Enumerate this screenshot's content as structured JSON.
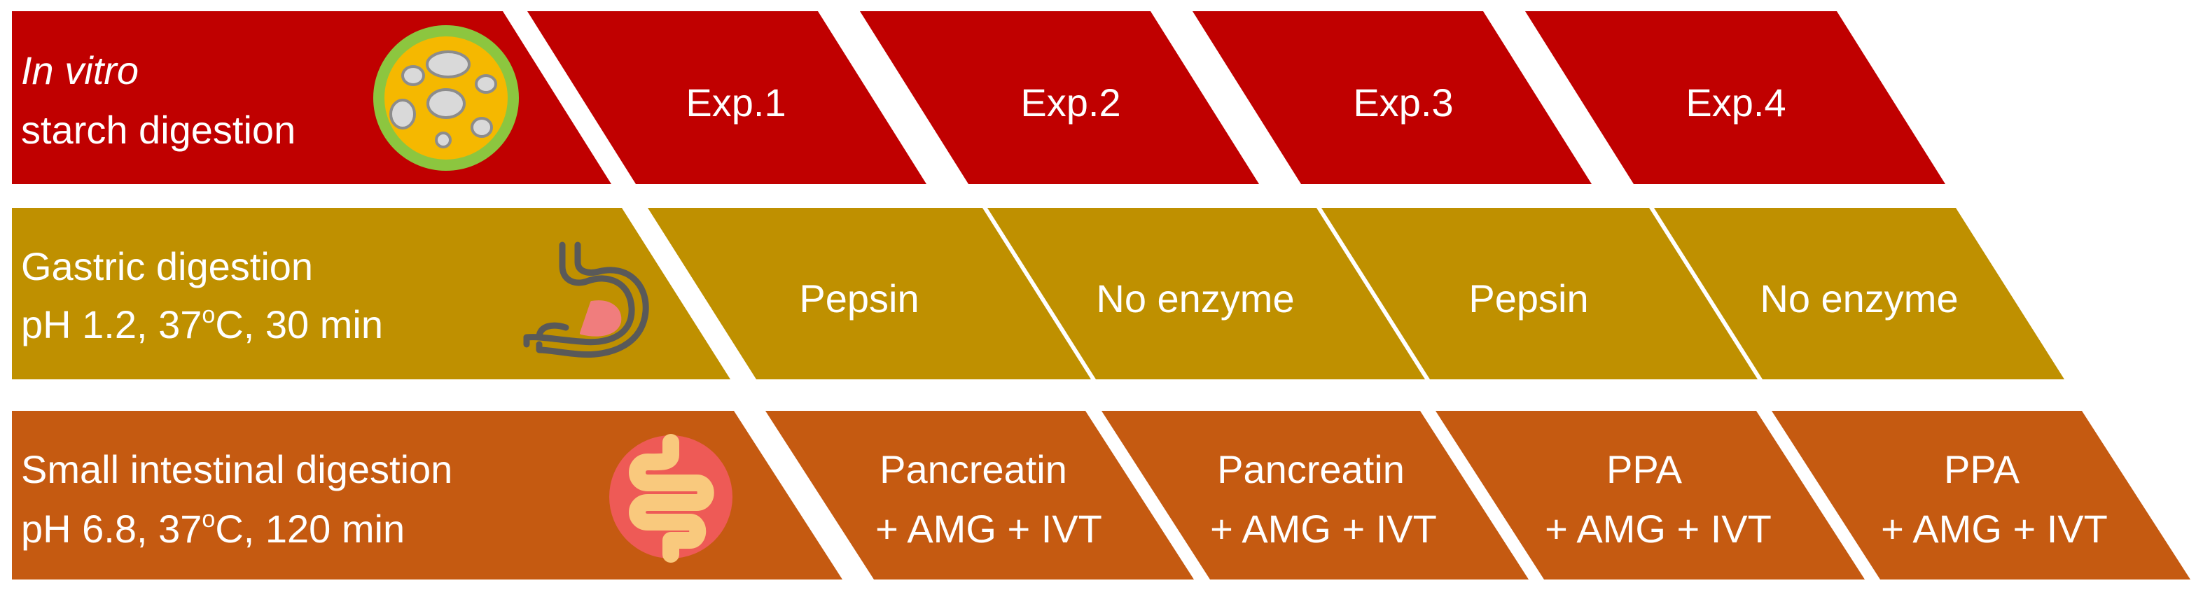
{
  "colors": {
    "row1": "#c00000",
    "row2": "#bf9000",
    "row3": "#c55a11",
    "text": "#ffffff",
    "background": "#ffffff"
  },
  "rows": [
    {
      "header_line1": "In vitro",
      "header_line2": "starch digestion",
      "icon": "starch-granule-icon",
      "cells": [
        {
          "line1": "Exp.1",
          "line2": ""
        },
        {
          "line1": "Exp.2",
          "line2": ""
        },
        {
          "line1": "Exp.3",
          "line2": ""
        },
        {
          "line1": "Exp.4",
          "line2": ""
        }
      ]
    },
    {
      "header_line1": "Gastric digestion",
      "header_line2": "pH 1.2, 37",
      "header_sup": "o",
      "header_tail": "C, 30 min",
      "icon": "stomach-icon",
      "cells": [
        {
          "line1": "Pepsin",
          "line2": ""
        },
        {
          "line1": "No enzyme",
          "line2": ""
        },
        {
          "line1": "Pepsin",
          "line2": ""
        },
        {
          "line1": "No enzyme",
          "line2": ""
        }
      ]
    },
    {
      "header_line1": "Small intestinal digestion",
      "header_line2": "pH 6.8, 37",
      "header_sup": "o",
      "header_tail": "C, 120 min",
      "icon": "small-intestine-icon",
      "cells": [
        {
          "line1": "Pancreatin",
          "line2": "+ AMG + IVT"
        },
        {
          "line1": "Pancreatin",
          "line2": "+ AMG + IVT"
        },
        {
          "line1": "PPA",
          "line2": "+ AMG + IVT"
        },
        {
          "line1": "PPA",
          "line2": "+ AMG + IVT"
        }
      ]
    }
  ]
}
